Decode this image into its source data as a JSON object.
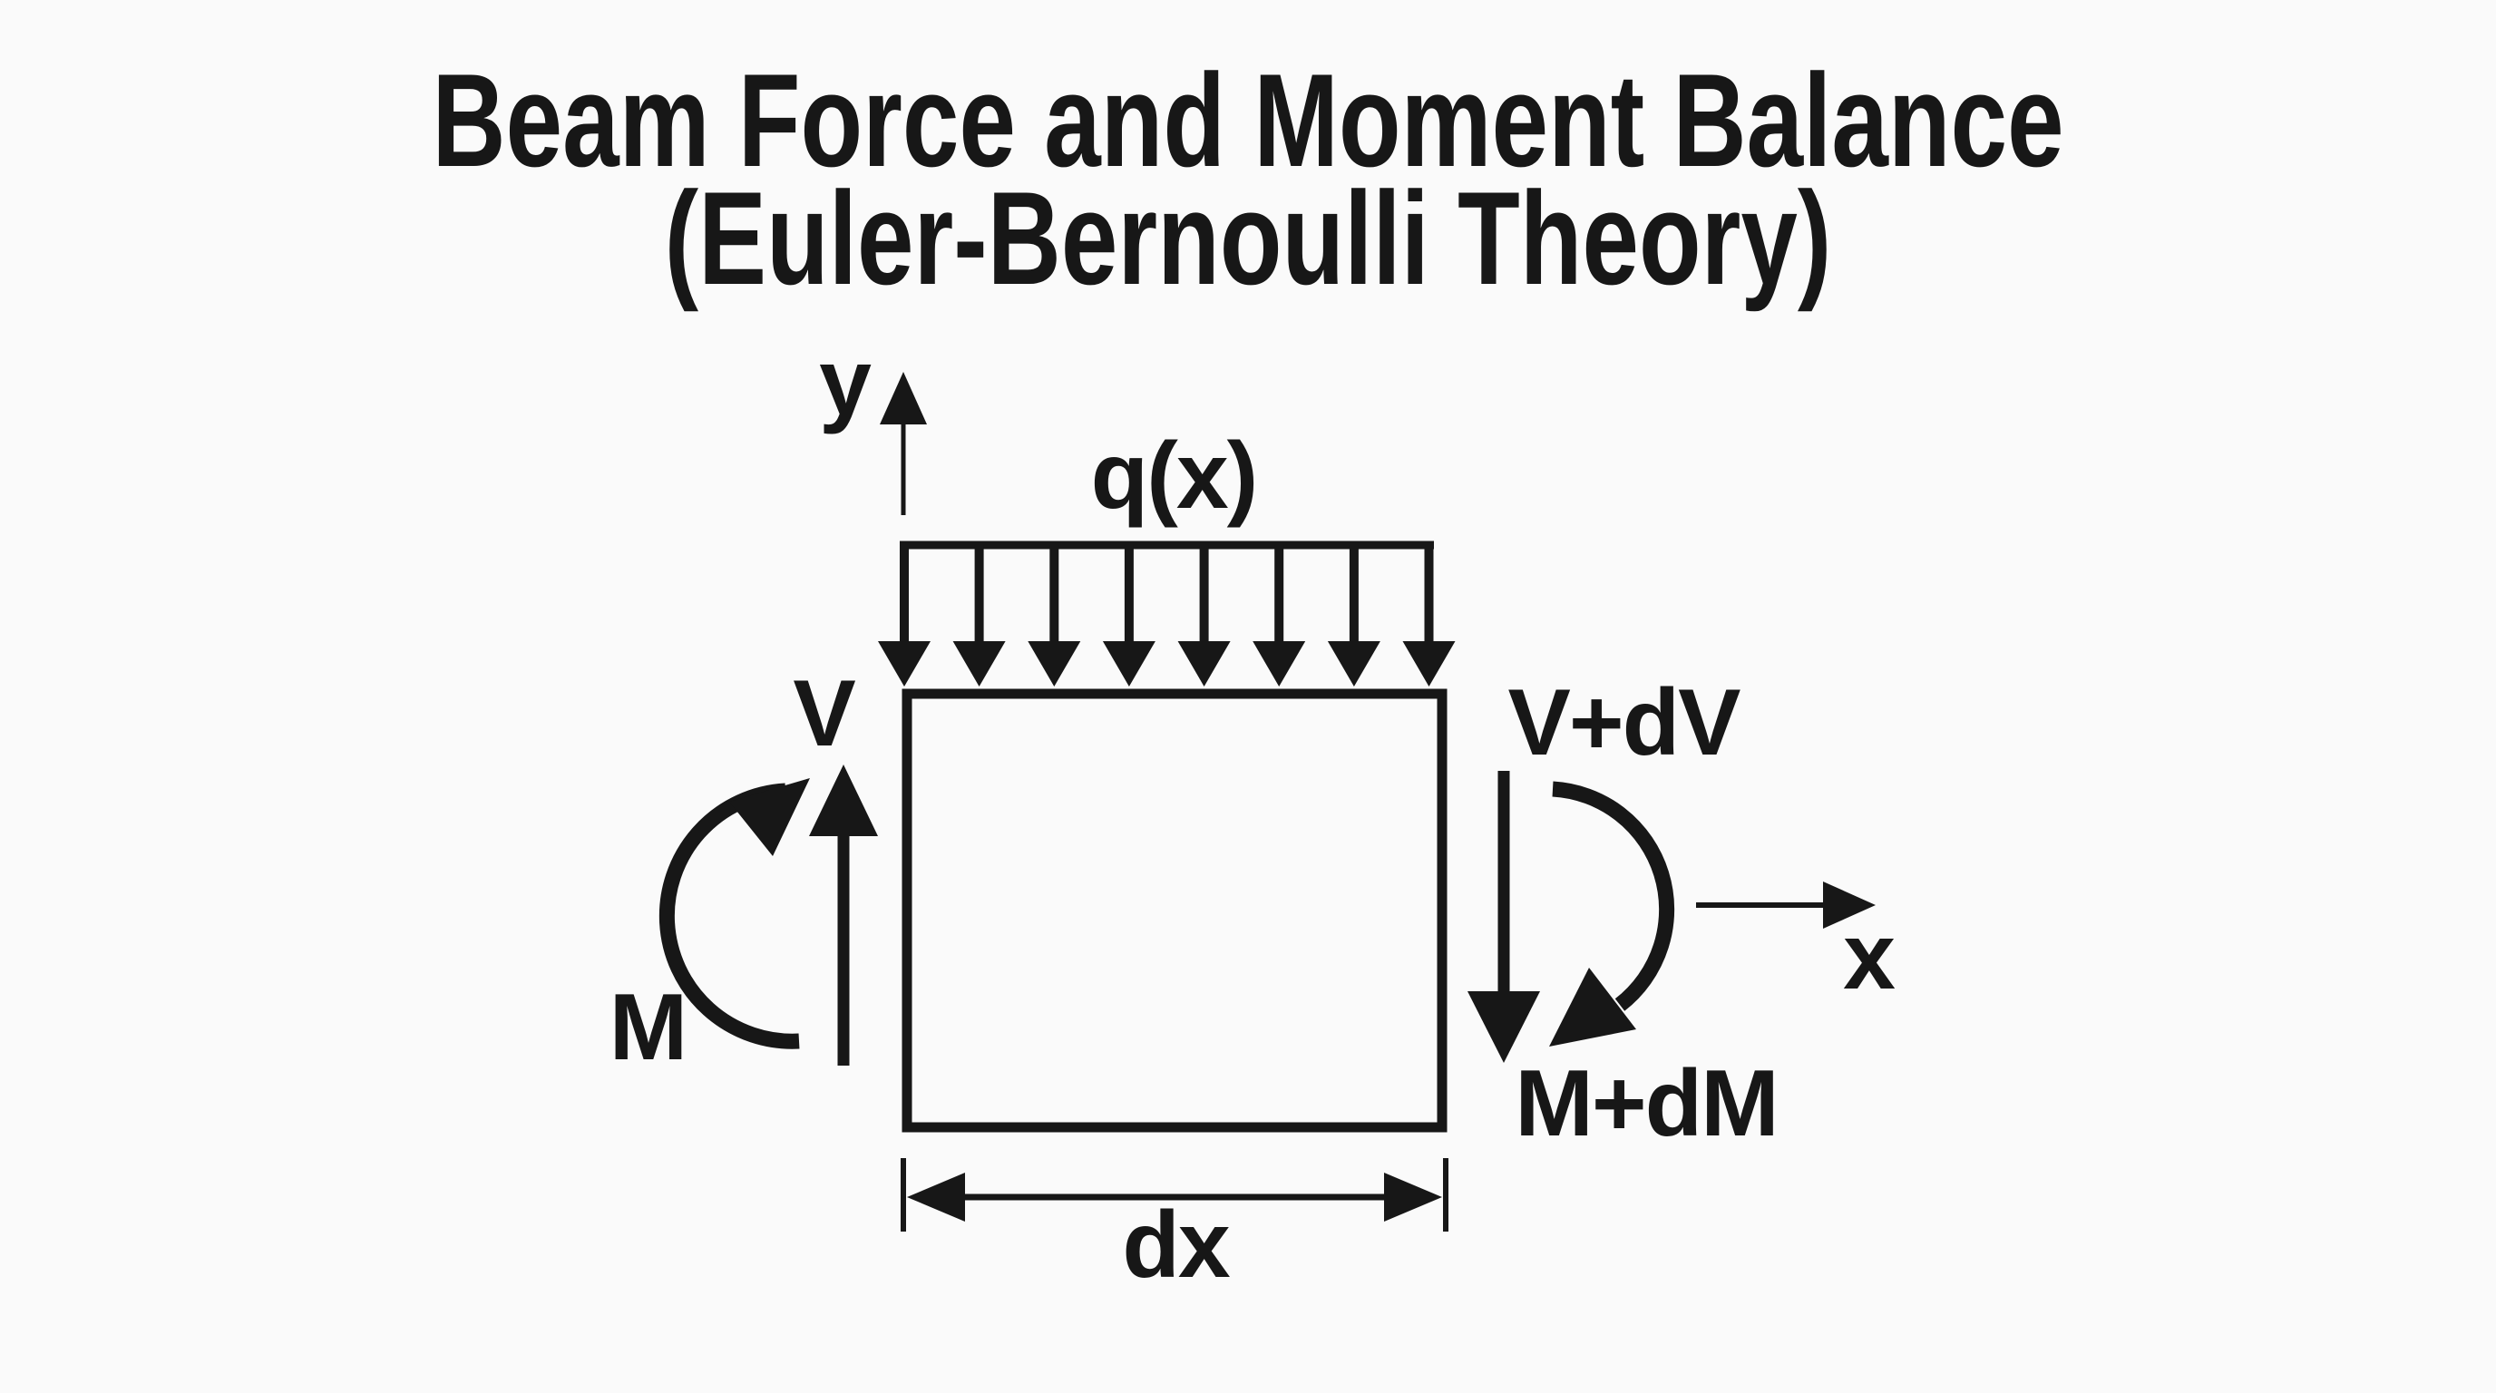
{
  "title": {
    "line1": "Beam Force and Moment Balance",
    "line2": "(Euler-Bernoulli Theory)"
  },
  "labels": {
    "y_axis": "y",
    "x_axis": "x",
    "distributed_load": "q(x)",
    "shear_left": "V",
    "shear_right": "V+dV",
    "moment_left": "M",
    "moment_right": "M+dM",
    "element_length": "dx"
  },
  "figure": {
    "type": "beam-differential-element-free-body-diagram",
    "distributed_load_arrow_count": 8,
    "moment_left_direction": "arc-open-right-arrow-up",
    "moment_right_direction": "arc-open-left-arrow-down",
    "shear_left_direction": "up",
    "shear_right_direction": "down"
  },
  "colors": {
    "ink": "#171717",
    "background": "#fafafa"
  }
}
